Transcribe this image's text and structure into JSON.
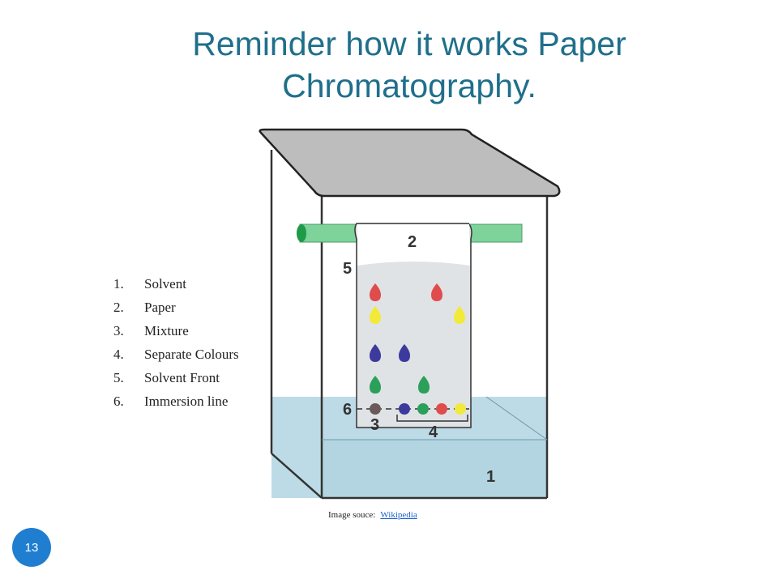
{
  "slide": {
    "title": "Reminder how it works Paper Chromatography.",
    "page_number": "13"
  },
  "legend": [
    {
      "number": "1.",
      "label": "Solvent"
    },
    {
      "number": "2.",
      "label": "Paper"
    },
    {
      "number": "3.",
      "label": "Mixture"
    },
    {
      "number": "4.",
      "label": "Separate Colours"
    },
    {
      "number": "5.",
      "label": "Solvent Front"
    },
    {
      "number": "6.",
      "label": "Immersion line"
    }
  ],
  "diagram": {
    "labels": {
      "n1": "1",
      "n2": "2",
      "n3": "3",
      "n4": "4",
      "n5": "5",
      "n6": "6"
    },
    "colors": {
      "solvent": "#bcdbe6",
      "paper": "#dfe3e6",
      "lid": "#bdbdbd",
      "rod": "#7ed39a",
      "red": "#e04c4c",
      "yellow": "#f2ea3a",
      "blue": "#3c3a9c",
      "green": "#2aa05a",
      "mixture": "#6a5a5a"
    }
  },
  "source": {
    "prefix": "Image souce:",
    "link_text": "Wikipedia"
  }
}
